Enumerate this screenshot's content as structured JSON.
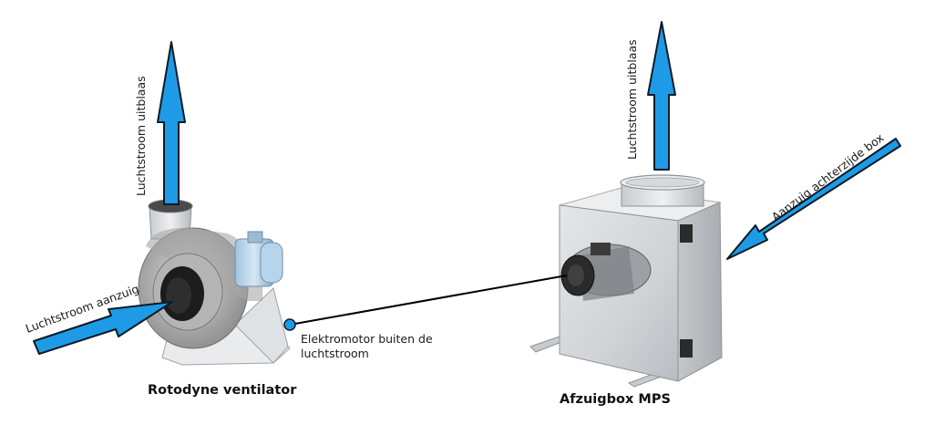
{
  "colors": {
    "arrow_fill": "#1e9be6",
    "arrow_outline": "#0d1a26",
    "callout_dot": "#1e9be6",
    "callout_line": "#000000"
  },
  "labels": {
    "left_outlet": "Luchtstroom uitblaas",
    "left_inlet": "Luchtstroom aanzuig",
    "right_outlet": "Luchtstroom uitblaas",
    "right_inlet": "Aanzuig achterzijde box",
    "motor_note_line1": "Elektromotor buiten de",
    "motor_note_line2": "luchtstroom"
  },
  "captions": {
    "left": "Rotodyne ventilator",
    "right": "Afzuigbox MPS"
  }
}
